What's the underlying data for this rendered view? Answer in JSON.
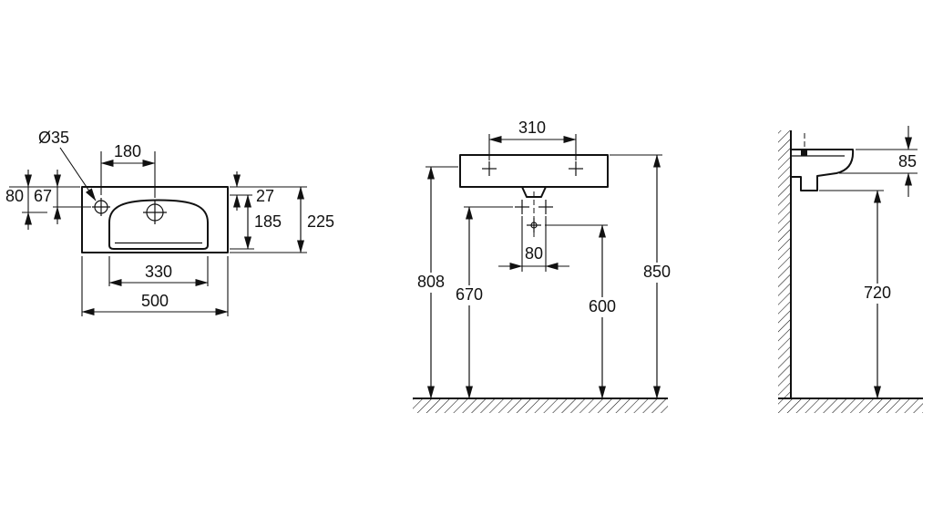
{
  "style": {
    "line_color": "#111111",
    "background": "#ffffff"
  },
  "drawing": {
    "top_view": {
      "dia35": "Ø35",
      "d180": "180",
      "d80": "80",
      "d67": "67",
      "d27": "27",
      "d185": "185",
      "d225": "225",
      "d330": "330",
      "d500": "500"
    },
    "front_view": {
      "d310": "310",
      "d80": "80",
      "d808": "808",
      "d670": "670",
      "d600": "600",
      "d850": "850"
    },
    "side_view": {
      "d85": "85",
      "d720": "720"
    }
  }
}
